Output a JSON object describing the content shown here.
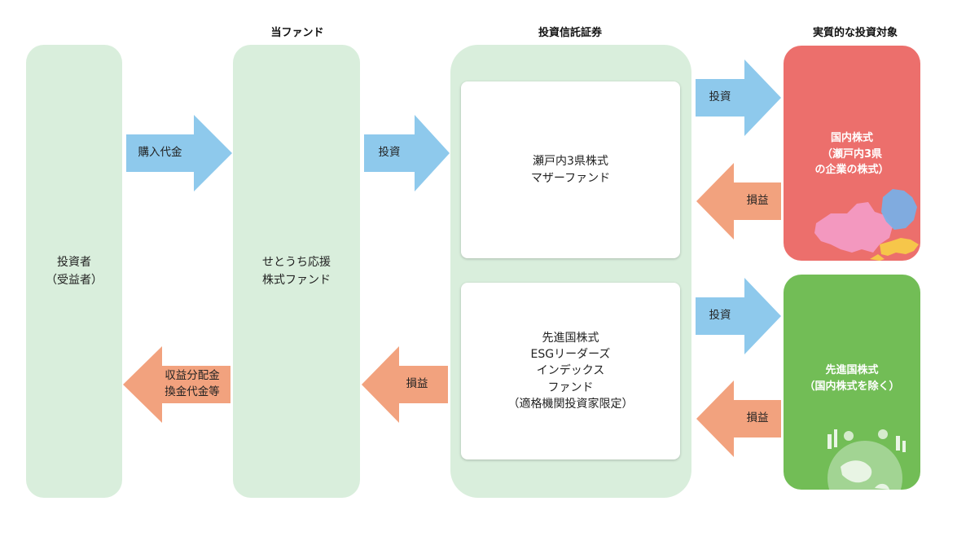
{
  "headers": {
    "fund": "当ファンド",
    "trust": "投資信託証券",
    "target": "実質的な投資対象"
  },
  "investor": {
    "line1": "投資者",
    "line2": "（受益者）"
  },
  "fund": {
    "line1": "せとうち応援",
    "line2": "株式ファンド"
  },
  "mother_fund": {
    "line1": "瀬戸内3県株式",
    "line2": "マザーファンド"
  },
  "esg_fund": {
    "line1": "先進国株式",
    "line2": "ESGリーダーズ",
    "line3": "インデックス",
    "line4": "ファンド",
    "line5": "（適格機関投資家限定）"
  },
  "domestic": {
    "line1": "国内株式",
    "line2": "（瀬戸内3県",
    "line3": "の企業の株式）"
  },
  "developed": {
    "line1": "先進国株式",
    "line2": "（国内株式を除く）"
  },
  "arrows": {
    "purchase": "購入代金",
    "invest": "投資",
    "profit_loss": "損益",
    "distribution_line1": "収益分配金",
    "distribution_line2": "換金代金等"
  },
  "colors": {
    "column_bg": "#d9eedc",
    "invest_arrow": "#8ec9ec",
    "return_arrow": "#f2a27e",
    "domestic_box": "#ec6f6c",
    "developed_box": "#72bd56"
  }
}
